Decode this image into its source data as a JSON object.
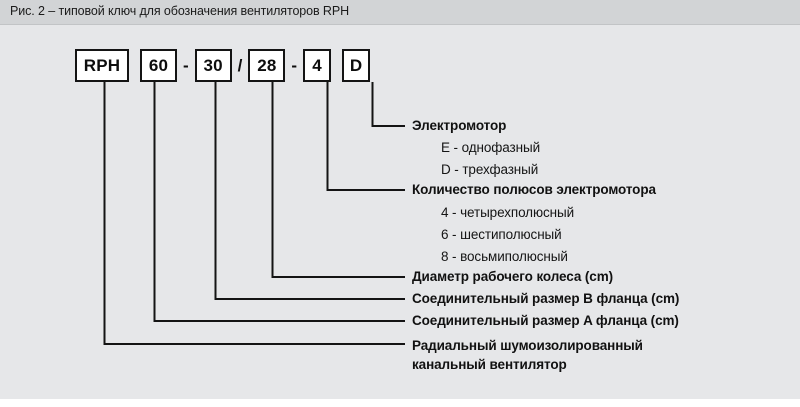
{
  "figure": {
    "title": "Рис. 2 – типовой ключ для обозначения вентиляторов RPH",
    "accent_color": "#141414",
    "title_bar_color": "#d2d4d6",
    "background_color": "#e6e7e9",
    "box_fill_color": "#ffffff"
  },
  "code": {
    "segments": [
      {
        "name": "model-prefix",
        "value": "RPH",
        "type": "box",
        "width": "wide"
      },
      {
        "name": "flange-a-size",
        "value": "60",
        "type": "box",
        "width": "num"
      },
      {
        "name": "separator-1",
        "value": "-",
        "type": "separator"
      },
      {
        "name": "flange-b-size",
        "value": "30",
        "type": "box",
        "width": "num"
      },
      {
        "name": "separator-2",
        "value": "/",
        "type": "separator"
      },
      {
        "name": "impeller-diameter",
        "value": "28",
        "type": "box",
        "width": "num"
      },
      {
        "name": "separator-3",
        "value": "-",
        "type": "separator"
      },
      {
        "name": "pole-count",
        "value": "4",
        "type": "box",
        "width": "small"
      },
      {
        "name": "motor-type",
        "value": "D",
        "type": "box",
        "width": "small"
      }
    ],
    "full_code": "RPH 60 - 30 / 28 - 4 D"
  },
  "callouts": [
    {
      "key": "motor-type",
      "heading": "Электромотор",
      "options": [
        "E - однофазный",
        "D - трехфазный"
      ]
    },
    {
      "key": "pole-count",
      "heading": "Количество полюсов электромотора",
      "options": [
        "4 - четырехполюсный",
        "6 - шестиполюсный",
        "8 - восьмиполюсный"
      ]
    },
    {
      "key": "impeller-diameter",
      "heading": "Диаметр рабочего колеса (cm)",
      "options": []
    },
    {
      "key": "flange-b-size",
      "heading": "Соединительный размер B фланца (cm)",
      "options": []
    },
    {
      "key": "flange-a-size",
      "heading": "Соединительный размер A фланца (cm)",
      "options": []
    },
    {
      "key": "model-prefix",
      "heading_line_1": "Радиальный шумоизолированный",
      "heading_line_2": "канальный вентилятор",
      "options": []
    }
  ]
}
